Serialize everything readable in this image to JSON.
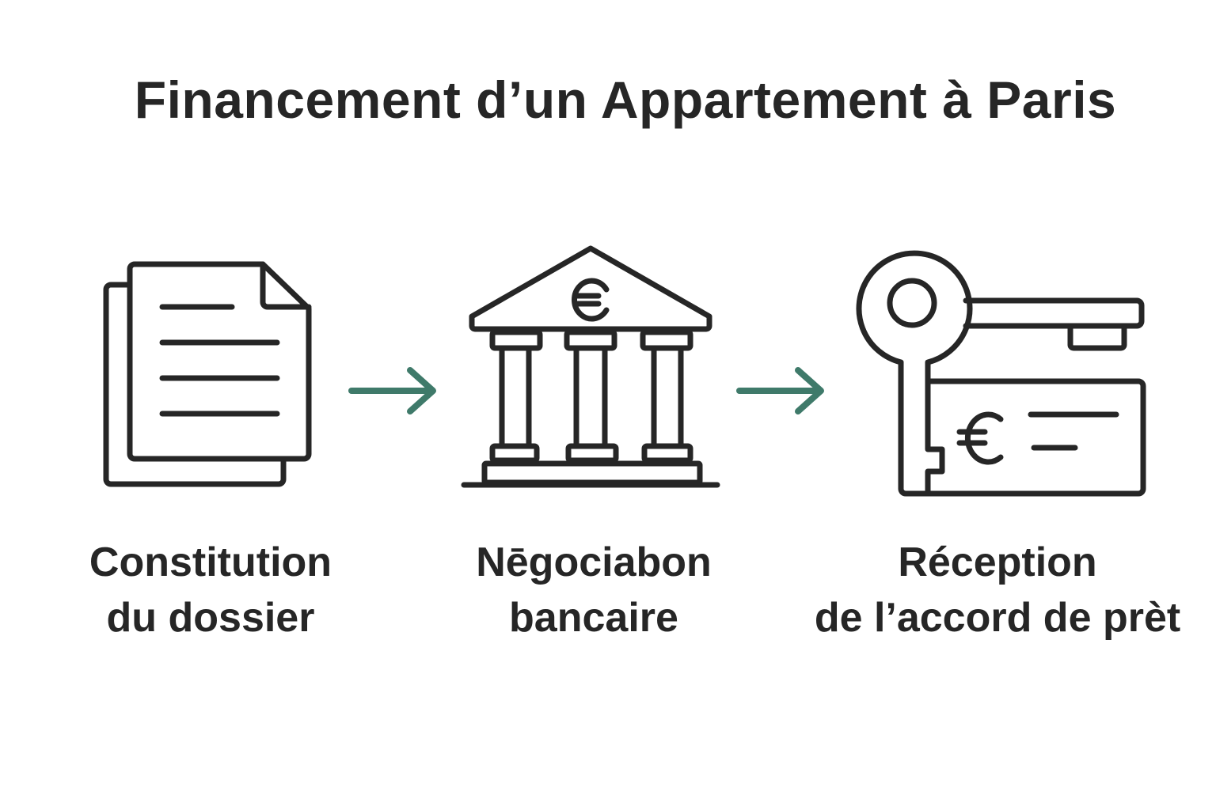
{
  "title": "Financement d’un Appartement à Paris",
  "colors": {
    "stroke": "#262626",
    "arrow": "#3f7a6a",
    "background": "#ffffff"
  },
  "steps": [
    {
      "icon": "document-stack-icon",
      "line1": "Constitution",
      "line2": "du dossier"
    },
    {
      "icon": "bank-euro-icon",
      "line1": "Nēgociabon",
      "line2": "bancaire"
    },
    {
      "icon": "key-and-euro-card-icon",
      "line1": "Réception",
      "line2": "de l’accord de prèt"
    }
  ],
  "arrows": [
    {
      "icon": "arrow-right-icon"
    },
    {
      "icon": "arrow-right-icon"
    }
  ]
}
